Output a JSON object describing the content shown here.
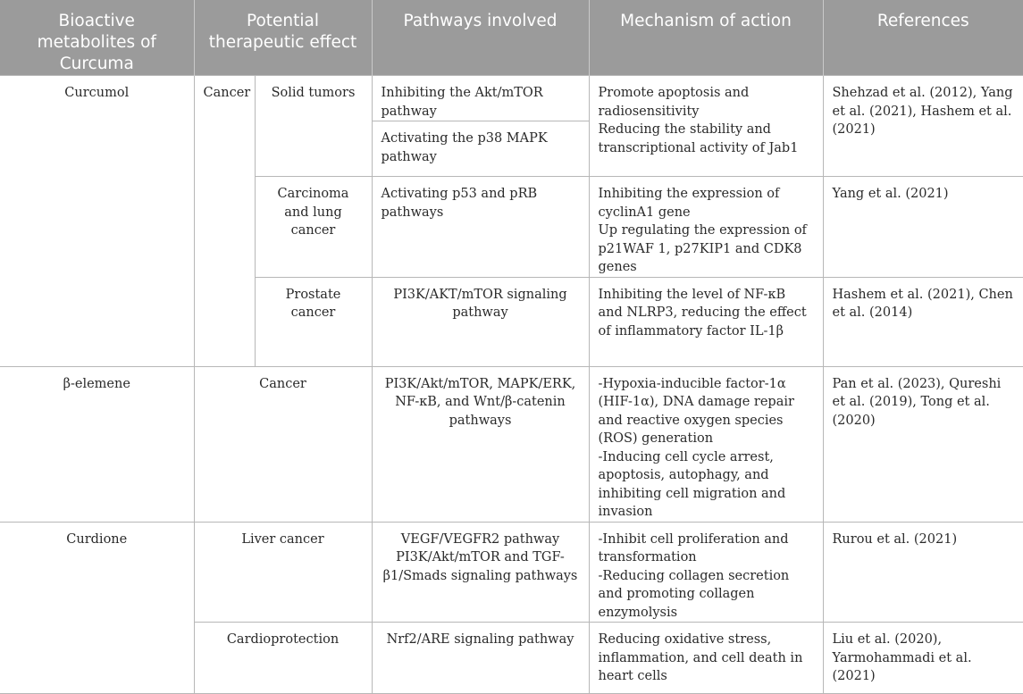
{
  "headers": {
    "metabolites": "Bioactive metabolites of Curcuma",
    "effect": "Potential therapeutic effect",
    "pathways": "Pathways involved",
    "mechanism": "Mechanism of action",
    "references": "References"
  },
  "curcumol": {
    "name": "Curcumol",
    "effect_group": "Cancer",
    "solid": {
      "effect": "Solid tumors",
      "pathway_1": "Inhibiting the Akt/mTOR pathway",
      "pathway_2": "Activating the p38 MAPK pathway",
      "mechanism_1": "Promote apoptosis and radiosensitivity",
      "mechanism_2": "Reducing the stability and transcriptional activity of Jab1",
      "references": "Shehzad et al. (2012), Yang et al. (2021), Hashem et al. (2021)"
    },
    "carcinoma": {
      "effect": "Carcinoma and lung cancer",
      "pathway": "Activating p53 and pRB pathways",
      "mechanism_1": "Inhibiting the expression of cyclinA1 gene",
      "mechanism_2": "Up regulating the expression of p21WAF 1, p27KIP1 and CDK8 genes",
      "references": "Yang et al. (2021)"
    },
    "prostate": {
      "effect": "Prostate cancer",
      "pathway": "PI3K/AKT/mTOR signaling pathway",
      "mechanism": "Inhibiting the level of NF-κB and NLRP3, reducing the effect of inflammatory factor IL-1β",
      "references": "Hashem et al. (2021), Chen et al. (2014)"
    }
  },
  "elemene": {
    "name": "β-elemene",
    "effect": "Cancer",
    "pathway": "PI3K/Akt/mTOR, MAPK/ERK, NF-κB, and Wnt/β-catenin pathways",
    "mechanism_1": "-Hypoxia-inducible factor-1α (HIF-1α), DNA damage repair and reactive oxygen species (ROS) generation",
    "mechanism_2": "-Inducing cell cycle arrest, apoptosis, autophagy, and inhibiting cell migration and invasion",
    "references": "Pan et al. (2023), Qureshi et al. (2019), Tong et al. (2020)"
  },
  "curdione": {
    "name": "Curdione",
    "liver": {
      "effect": "Liver cancer",
      "pathway_1": "VEGF/VEGFR2 pathway",
      "pathway_2": "PI3K/Akt/mTOR and TGF-β1/Smads signaling pathways",
      "mechanism_1": "-Inhibit cell proliferation and transformation",
      "mechanism_2": "-Reducing collagen secretion and promoting collagen enzymolysis",
      "references": "Rurou et al. (2021)"
    },
    "cardio": {
      "effect": "Cardioprotection",
      "pathway": "Nrf2/ARE signaling pathway",
      "mechanism": "Reducing oxidative stress, inflammation, and cell death in heart cells",
      "references": "Liu et al. (2020), Yarmohammadi et al. (2021)"
    }
  }
}
